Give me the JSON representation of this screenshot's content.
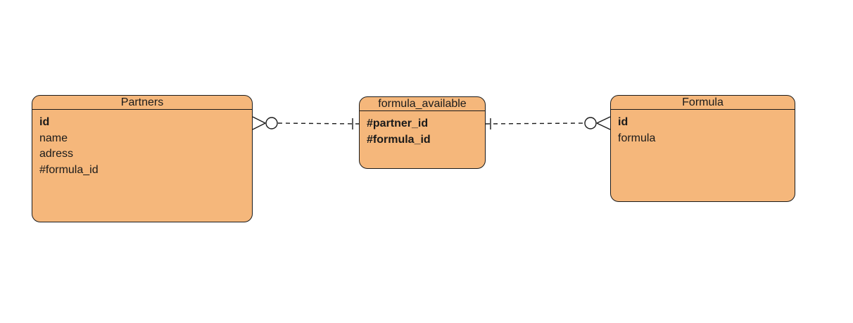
{
  "colors": {
    "entity_fill": "#f5b77b",
    "stroke": "#1a1a1a",
    "background": "#ffffff"
  },
  "entities": [
    {
      "name": "Partners",
      "attributes": [
        {
          "text": "id",
          "key": true
        },
        {
          "text": "name",
          "key": false
        },
        {
          "text": "adress",
          "key": false
        },
        {
          "text": "#formula_id",
          "key": false
        }
      ]
    },
    {
      "name": "formula_available",
      "attributes": [
        {
          "text": "#partner_id",
          "key": true
        },
        {
          "text": "#formula_id",
          "key": true
        }
      ]
    },
    {
      "name": "Formula",
      "attributes": [
        {
          "text": "id",
          "key": true
        },
        {
          "text": "formula",
          "key": false
        }
      ]
    }
  ],
  "relationships": [
    {
      "from": "Partners",
      "from_cardinality": "zero-or-many",
      "to": "formula_available",
      "to_cardinality": "exactly-one",
      "style": "dashed"
    },
    {
      "from": "formula_available",
      "from_cardinality": "exactly-one",
      "to": "Formula",
      "to_cardinality": "zero-or-many",
      "style": "dashed"
    }
  ]
}
